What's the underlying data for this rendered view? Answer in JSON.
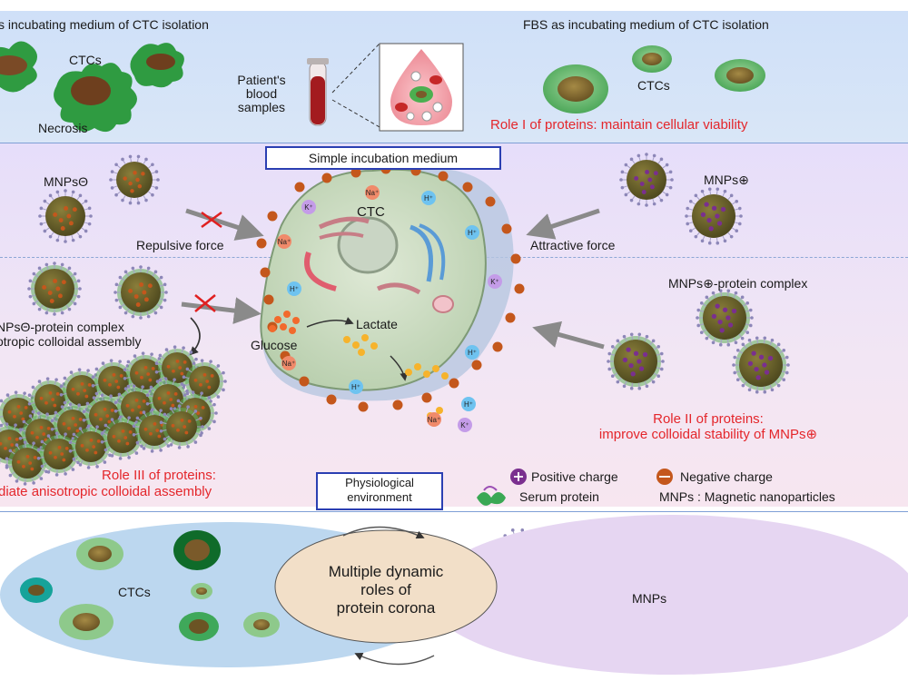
{
  "top": {
    "left_title": "s incubating medium of CTC isolation",
    "right_title": "FBS as incubating medium of CTC isolation",
    "ctcs_left": "CTCs",
    "necrosis": "Necrosis",
    "blood_samples": [
      "Patient's",
      "blood",
      "samples"
    ],
    "ctcs_right": "CTCs",
    "role1": "Role I of proteins: maintain cellular viability"
  },
  "middle": {
    "simple_medium": "Simple  incubation medium",
    "mnps_neg": "MNPsΘ",
    "mnps_pos": "MNPs⊕",
    "ctc": "CTC",
    "repulsive": "Repulsive force",
    "attractive": "Attractive force",
    "mnps_pos_complex": "MNPs⊕-protein complex",
    "mnps_neg_complex": [
      "NPsΘ-protein complex",
      "otropic colloidal assembly"
    ],
    "glucose": "Glucose",
    "lactate": "Lactate",
    "ions": {
      "na": "Na⁺",
      "k": "K⁺",
      "h": "H⁺"
    },
    "role2": [
      "Role II of proteins:",
      "improve colloidal stability of MNPs⊕"
    ],
    "role3": [
      "Role III of proteins:",
      "diate anisotropic colloidal assembly"
    ],
    "physiological": [
      "Physiological",
      "environment"
    ]
  },
  "legend": {
    "positive": "Positive charge",
    "negative": "Negative charge",
    "serum": "Serum protein",
    "mnps_def": "MNPs : Magnetic nanoparticles"
  },
  "bottom": {
    "ctcs": "CTCs",
    "mnps": "MNPs",
    "center": [
      "Multiple  dynamic",
      "roles of",
      "protein corona"
    ]
  },
  "colors": {
    "title_red": "#e4262b",
    "box_blue": "#2b3fb2",
    "ctc_green": "#66bb6a",
    "mnp_brown": "#6a6228",
    "negative_orange": "#c4571c",
    "positive_purple": "#7a2f8f"
  }
}
